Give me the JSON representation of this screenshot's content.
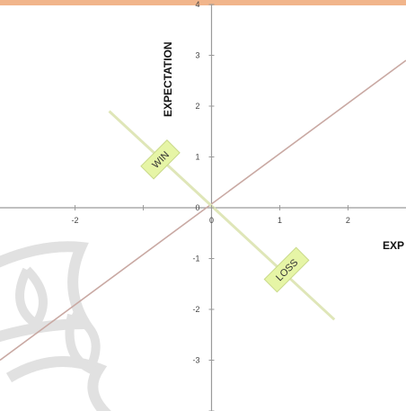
{
  "chart_data": {
    "type": "line",
    "title": "",
    "xlabel": "EXP",
    "ylabel": "EXPECTATION",
    "xlim": [
      -3.1,
      2.85
    ],
    "ylim": [
      -4,
      4
    ],
    "x_ticks": [
      -2,
      -1,
      0,
      1,
      2
    ],
    "y_ticks": [
      -4,
      -3,
      -2,
      -1,
      0,
      1,
      2,
      3,
      4
    ],
    "x_tick_labels": [
      "-2",
      "",
      "0",
      "1",
      "2"
    ],
    "y_tick_labels": [
      "",
      "-3",
      "-2",
      "-1",
      "0",
      "1",
      "2",
      "3",
      "4"
    ],
    "grid": false,
    "series": [
      {
        "points": [
          [
            -3.1,
            -3.0
          ],
          [
            2.85,
            2.9
          ]
        ]
      },
      {
        "points": [
          [
            -1.5,
            1.9
          ],
          [
            1.8,
            -2.2
          ]
        ]
      }
    ],
    "annotations": [
      {
        "text": "WIN",
        "x": -0.75,
        "y": 0.95
      },
      {
        "text": "LOSS",
        "x": 1.1,
        "y": -1.22
      }
    ],
    "colors": {
      "identity_line": "#c9a9a3",
      "win_loss_line": "#dfe6b8",
      "badge_fill": "#e6f5a6",
      "axis": "#9a9a9a",
      "frame_top": "#f1b58b"
    }
  }
}
